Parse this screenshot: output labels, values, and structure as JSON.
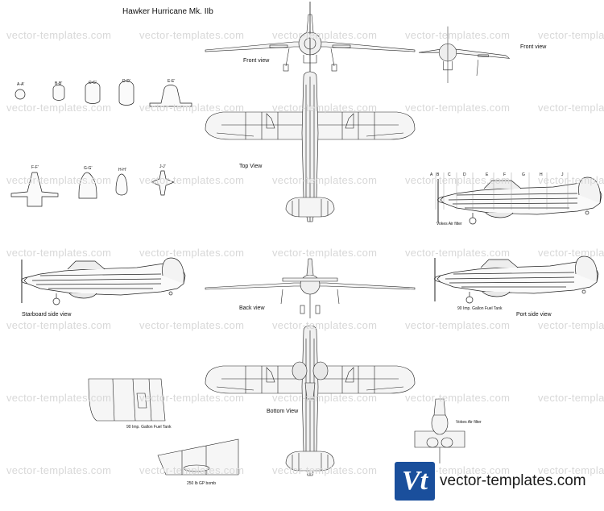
{
  "title": "Hawker Hurricane Mk. IIb",
  "watermark_text": "vector-templates.com",
  "brand": {
    "logo_text": "Vt",
    "name": "vector-templates.com",
    "color": "#1a4f9c"
  },
  "views": {
    "front": "Front view",
    "front_small": "Front view",
    "top": "Top View",
    "starboard": "Starboard side view",
    "back": "Back view",
    "port": "Port side view",
    "bottom": "Bottom View"
  },
  "annotations": {
    "vokes_filter": "Vokes Air filter",
    "fuel_tank_port": "90 Imp. Gallon Fuel Tank",
    "fuel_tank_wing": "90 Imp. Gallon Fuel Tank",
    "bomb": "250 lb GP bomb",
    "vokes_filter_bottom": "Vokes Air filter"
  },
  "sections": {
    "row1": [
      "A-A'",
      "B-B'",
      "C-C'",
      "D-D'",
      "E-E'"
    ],
    "row2": [
      "F-F'",
      "G-G'",
      "H-H'",
      "J-J'"
    ],
    "stations": [
      "A",
      "B",
      "C",
      "D",
      "E",
      "F",
      "G",
      "H",
      "J"
    ]
  }
}
